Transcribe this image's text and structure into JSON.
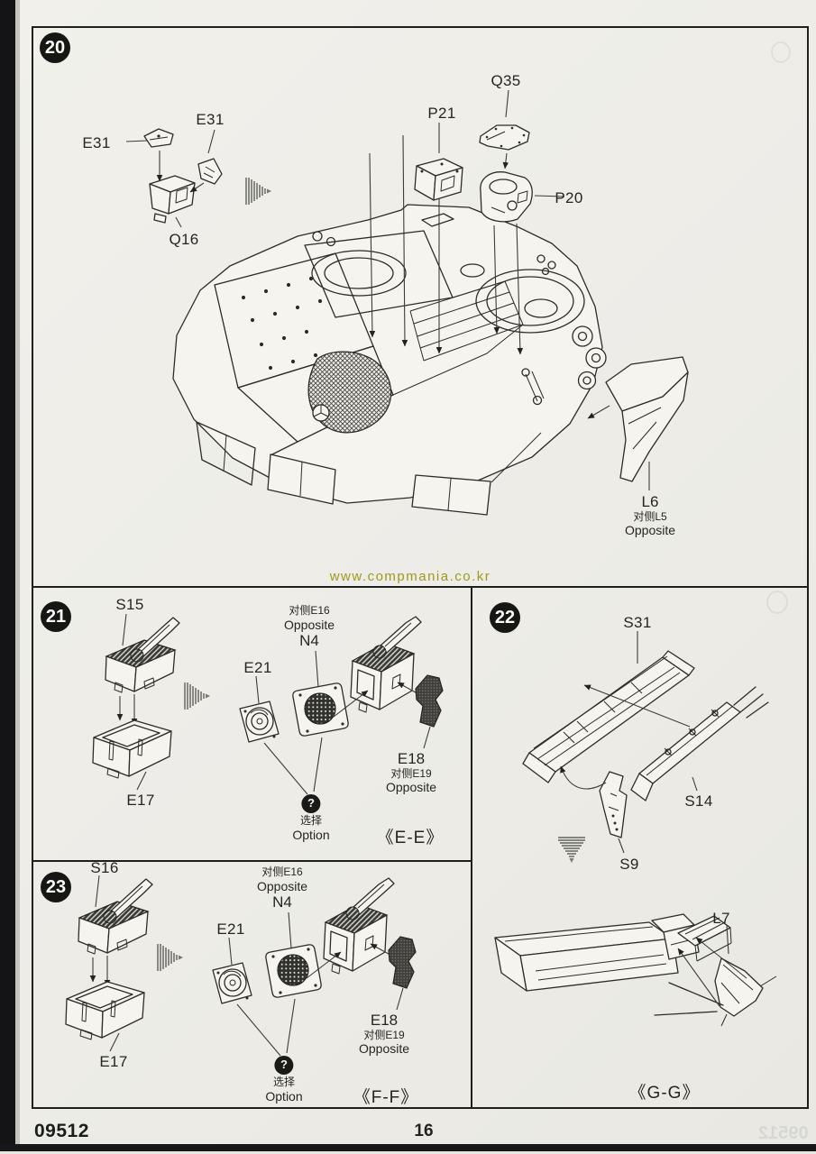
{
  "page": {
    "kit_number": "09512",
    "page_number": "16",
    "watermark": "www.compmania.co.kr",
    "ghost_kit_number": "09512"
  },
  "colors": {
    "paper": "#f1f0eb",
    "line": "#2c2c2a",
    "watermark": "#9a9b20"
  },
  "steps": {
    "s20": {
      "number": "20",
      "parts": {
        "e31a": "E31",
        "e31b": "E31",
        "q16": "Q16",
        "p21": "P21",
        "q35": "Q35",
        "p20": "P20",
        "l6": "L6",
        "l6_cn": "对侧L5",
        "l6_en": "Opposite"
      }
    },
    "s21": {
      "number": "21",
      "parts": {
        "s15": "S15",
        "e17": "E17",
        "e21": "E21",
        "n4_cn": "对侧E16",
        "n4_en": "Opposite",
        "n4": "N4",
        "e18": "E18",
        "e18_cn": "对侧E19",
        "e18_en": "Opposite"
      },
      "option": {
        "mark": "?",
        "cn": "选择",
        "en": "Option"
      },
      "section": "《E-E》"
    },
    "s22": {
      "number": "22",
      "parts": {
        "s31": "S31",
        "s14": "S14",
        "s9": "S9",
        "l7": "L7"
      },
      "section": "《G-G》"
    },
    "s23": {
      "number": "23",
      "parts": {
        "s16": "S16",
        "e17": "E17",
        "e21": "E21",
        "n4_cn": "对侧E16",
        "n4_en": "Opposite",
        "n4": "N4",
        "e18": "E18",
        "e18_cn": "对侧E19",
        "e18_en": "Opposite"
      },
      "option": {
        "mark": "?",
        "cn": "选择",
        "en": "Option"
      },
      "section": "《F-F》"
    }
  }
}
